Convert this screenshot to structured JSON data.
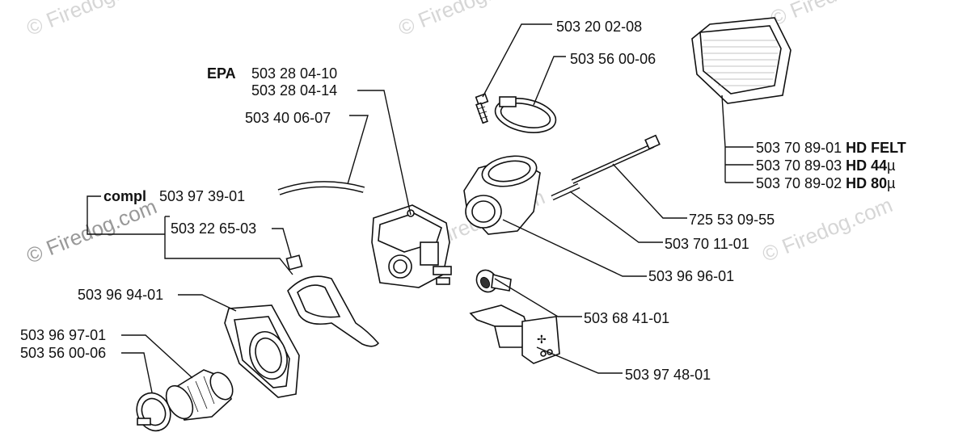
{
  "watermark": "© Firedog.com",
  "labels": {
    "epa": "EPA",
    "epa_a": "503 28 04-10",
    "epa_b": "503 28 04-14",
    "hose": "503 40 06-07",
    "compl": "compl",
    "compl_num": "503 97 39-01",
    "clip": "503 22 65-03",
    "plate": "503 96 94-01",
    "intake_a": "503 96 97-01",
    "intake_b": "503 56 00-06",
    "screw": "503 20 02-08",
    "clamp": "503 56 00-06",
    "bolt": "725 53 09-55",
    "pin": "503 70 11-01",
    "adapter": "503 96 96-01",
    "grommet": "503 68 41-01",
    "choke": "503 97 48-01",
    "filter_a_num": "503 70 89-01",
    "filter_a_type": "HD FELT",
    "filter_b_num": "503 70 89-03",
    "filter_b_type": "HD 44",
    "filter_c_num": "503 70 89-02",
    "filter_c_type": "HD 80",
    "micron": "µ"
  }
}
